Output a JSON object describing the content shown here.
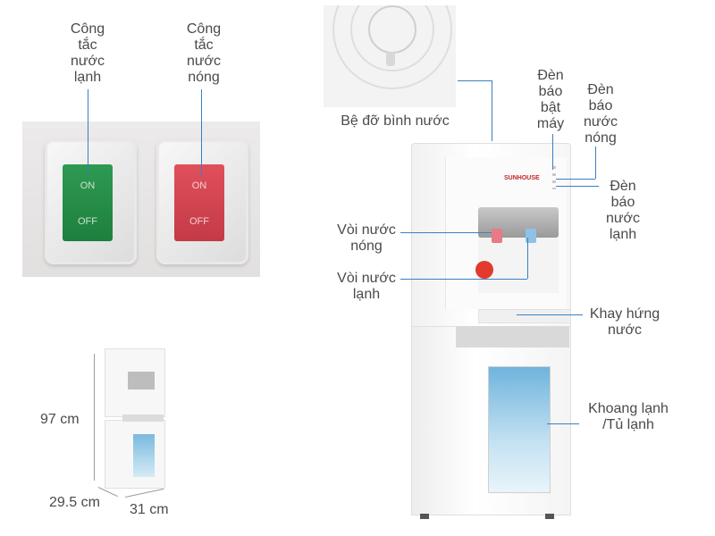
{
  "callouts": {
    "cold_switch": [
      "Công",
      "tắc",
      "nước",
      "lạnh"
    ],
    "hot_switch": [
      "Công",
      "tắc",
      "nước",
      "nóng"
    ],
    "bottle_rest": "Bệ đỡ bình nước",
    "power_light": [
      "Đèn",
      "báo",
      "bật",
      "máy"
    ],
    "hot_light": [
      "Đèn",
      "báo",
      "nước",
      "nóng"
    ],
    "cold_light": [
      "Đèn",
      "báo",
      "nước",
      "lạnh"
    ],
    "hot_faucet": [
      "Vòi nước",
      "nóng"
    ],
    "cold_faucet": [
      "Vòi nước",
      "lạnh"
    ],
    "drip_tray": [
      "Khay hứng",
      "nước"
    ],
    "fridge": [
      "Khoang lạnh",
      "/Tủ lạnh"
    ]
  },
  "switches": {
    "on_text": "ON",
    "off_text": "OFF",
    "colors": {
      "cold": "#24914a",
      "hot": "#d9434f"
    }
  },
  "brand": "SUNHOUSE",
  "dimensions": {
    "height": "97 cm",
    "depth": "29.5 cm",
    "width": "31 cm"
  },
  "accent_color": "#3a7fc1"
}
